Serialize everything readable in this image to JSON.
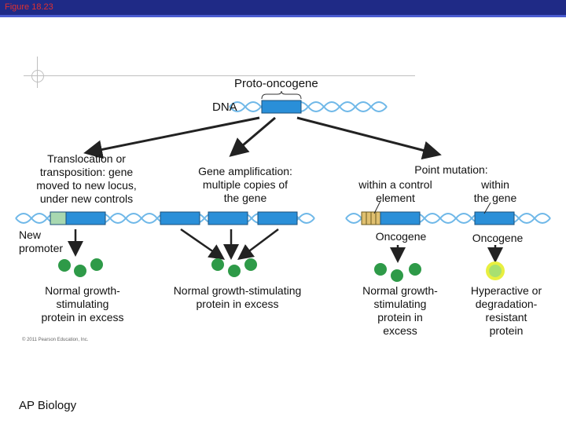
{
  "header": {
    "figure_label": "Figure 18.23"
  },
  "top": {
    "proto_oncogene": "Proto-oncogene",
    "dna": "DNA"
  },
  "columns": [
    {
      "mechanism": "Translocation or\ntransposition: gene\nmoved to new locus,\nunder new controls",
      "extra_label": "New\npromoter",
      "result": "Normal growth-\nstimulating\nprotein in excess"
    },
    {
      "mechanism": "Gene amplification:\nmultiple copies of\nthe gene",
      "result": "Normal growth-stimulating\nprotein in excess"
    },
    {
      "mechanism": "Point mutation:",
      "sub_a": "within a control\nelement",
      "sub_b": "within\nthe gene",
      "oncogene_a": "Oncogene",
      "oncogene_b": "Oncogene",
      "result_a": "Normal growth-\nstimulating\nprotein in\nexcess",
      "result_b": "Hyperactive or\ndegradation-\nresistant\nprotein"
    }
  ],
  "footer": {
    "copyright": "© 2011 Pearson Education, Inc.",
    "course": "AP Biology"
  },
  "colors": {
    "gene": "#2a8fd8",
    "dna_helix": "#6fb8e8",
    "protein": "#2e9a48",
    "mutant_protein": "#a8e070",
    "promoter": "#a8d8b0",
    "header_bar": "#1f2a86"
  }
}
